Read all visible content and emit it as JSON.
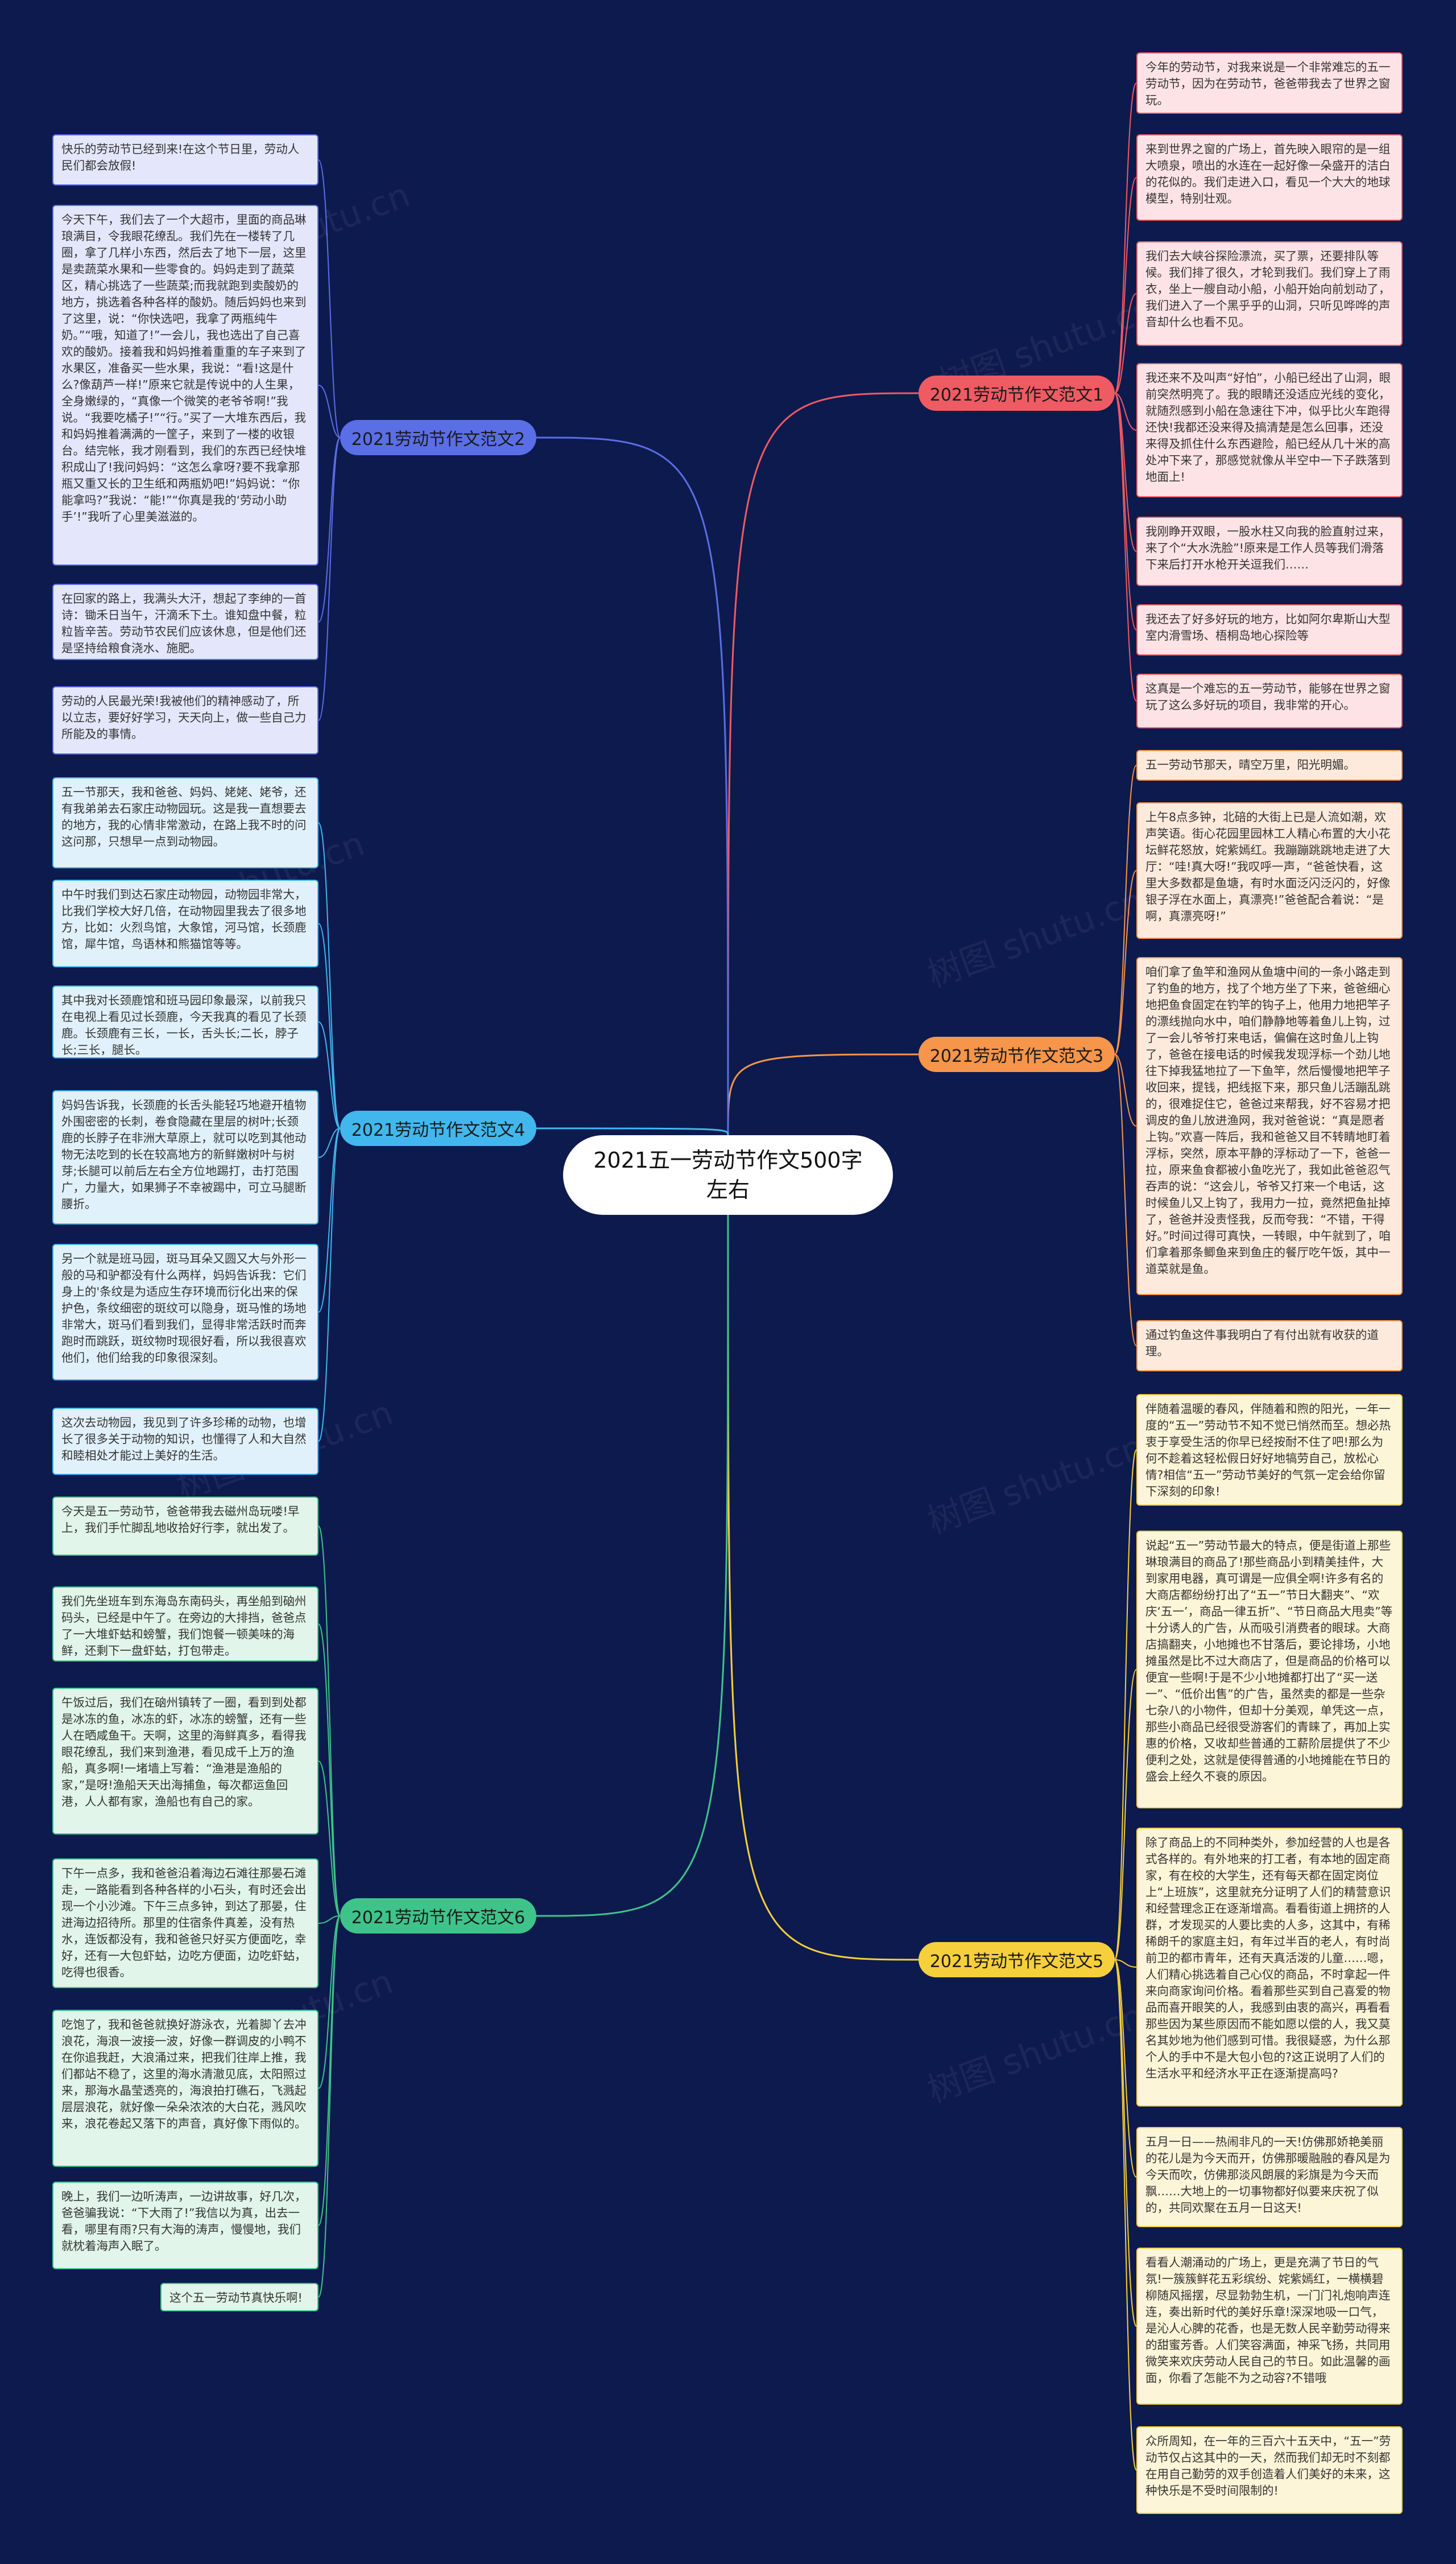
{
  "center": "2021五一劳动节作文500字左右",
  "watermark": "树图 shutu.cn",
  "colors": {
    "b1": "#ef5b63",
    "b1_leaf": "#fde3e6",
    "b3": "#f7954a",
    "b3_leaf": "#fdeadc",
    "b5": "#f6cf3c",
    "b5_leaf": "#fdf5d7",
    "b6": "#3ec48a",
    "b6_leaf": "#e1f5ea",
    "b4": "#41b7ee",
    "b4_leaf": "#e1f1fb",
    "b2": "#5a6ee6",
    "b2_leaf": "#e4e7fb"
  },
  "branches": [
    {
      "id": "b1",
      "label": "2021劳动节作文范文1",
      "leaves": [
        "今年的劳动节，对我来说是一个非常难忘的五一劳动节，因为在劳动节，爸爸带我去了世界之窗玩。",
        "来到世界之窗的广场上，首先映入眼帘的是一组大喷泉，喷出的水连在一起好像一朵盛开的洁白的花似的。我们走进入口，看见一个大大的地球模型，特别壮观。",
        "我们去大峡谷探险漂流，买了票，还要排队等候。我们排了很久，才轮到我们。我们穿上了雨衣，坐上一艘自动小船，小船开始向前划动了，我们进入了一个黑乎乎的山洞，只听见哗哗的声音却什么也看不见。",
        "我还来不及叫声“好怕”，小船已经出了山洞，眼前突然明亮了。我的眼睛还没适应光线的变化，就随烈感到小船在急速往下冲，似乎比火车跑得还快!我都还没来得及搞清楚是怎么回事，还没来得及抓住什么东西避险，船已经从几十米的高处冲下来了，那感觉就像从半空中一下子跌落到地面上!",
        "我刚睁开双眼，一股水柱又向我的脸直射过来，来了个“大水洗脸”!原来是工作人员等我们滑落下来后打开水枪开关逗我们……",
        "我还去了好多好玩的地方，比如阿尔卑斯山大型室内滑雪场、梧桐岛地心探险等",
        "这真是一个难忘的五一劳动节，能够在世界之窗玩了这么多好玩的项目，我非常的开心。"
      ]
    },
    {
      "id": "b3",
      "label": "2021劳动节作文范文3",
      "leaves": [
        "五一劳动节那天，晴空万里，阳光明媚。",
        "上午8点多钟，北碚的大街上已是人流如潮，欢声笑语。街心花园里园林工人精心布置的大小花坛鲜花怒放，姹紫嫣红。我蹦蹦跳跳地走进了大厅：“哇!真大呀!”我叹呼一声，“爸爸快看，这里大多数都是鱼塘，有时水面泛闪泛闪的，好像银子浮在水面上，真漂亮!”爸爸配合着说：“是啊，真漂亮呀!”",
        "咱们拿了鱼竿和渔网从鱼塘中间的一条小路走到了钓鱼的地方，找了个地方坐了下来，爸爸细心地把鱼食固定在钓竿的钩子上，他用力地把竿子的漂线抛向水中，咱们静静地等着鱼儿上钩，过了一会儿爷爷打来电话，偏偏在这时鱼儿上钩了，爸爸在接电话的时候我发现浮标一个劲儿地往下掉我猛地拉了一下鱼竿，然后慢慢地把竿子收回来，提钱，把线抠下来，那只鱼儿活蹦乱跳的，很难捉住它，爸爸过来帮我，好不容易才把调皮的鱼儿放进渔网，我对爸爸说：“真是愿者上钩。”欢喜一阵后，我和爸爸又目不转睛地盯着浮标，突然，原本平静的浮标动了一下，爸爸一拉，原来鱼食都被小鱼吃光了，我如此爸爸忍气吞声的说：“这会儿，爷爷又打来一个电话，这时候鱼儿又上钩了，我用力一拉，竟然把鱼扯掉了，爸爸并没责怪我，反而夸我：“不错，干得好。”时间过得可真快，一转眼，中午就到了，咱们拿着那条鲫鱼来到鱼庄的餐厅吃午饭，其中一道菜就是鱼。",
        "通过钓鱼这件事我明白了有付出就有收获的道理。"
      ]
    },
    {
      "id": "b5",
      "label": "2021劳动节作文范文5",
      "leaves": [
        "伴随着温暖的春风，伴随着和煦的阳光，一年一度的“五一”劳动节不知不觉已悄然而至。想必热衷于享受生活的你早已经按耐不住了吧!那么为何不趁着这轻松假日好好地犒劳自己，放松心情?相信“五一”劳动节美好的气氛一定会给你留下深刻的印象!",
        "说起“五一”劳动节最大的特点，便是街道上那些琳琅满目的商品了!那些商品小到精美挂件，大到家用电器，真可谓是一应俱全啊!许多有名的大商店都纷纷打出了“五一”节日大翻夹”、“欢庆‘五一’，商品一律五折”、“节日商品大甩卖”等十分诱人的广告，从而吸引消费者的眼球。大商店搞翻夹，小地摊也不甘落后，要论排场，小地摊虽然是比不过大商店了，但是商品的价格可以便宜一些啊!于是不少小地摊都打出了“买一送一”、“低价出售”的广告，虽然卖的都是一些杂七杂八的小物件，但却十分美观，单凭这一点，那些小商品已经很受游客们的青睐了，再加上实惠的价格，又收却些普通的工薪阶层提供了不少便利之处，这就是使得普通的小地摊能在节日的盛会上经久不衰的原因。",
        "除了商品上的不同种类外，参加经营的人也是各式各样的。有外地来的打工者，有本地的固定商家，有在校的大学生，还有每天都在固定岗位上“上班族”，这里就充分证明了人们的精营意识和经营理念正在逐渐增高。看看街道上拥挤的人群，才发现买的人要比卖的人多，这其中，有稀稀朗千的家庭主妇，有年过半百的老人，有时尚前卫的都市青年，还有天真活泼的儿童……嗯，人们精心挑选着自己心仪的商品，不时拿起一件来向商家询问价格。看着那些买到自己喜爱的物品而喜开眼笑的人，我感到由衷的高兴，再看看那些因为某些原因而不能如愿以偿的人，我又莫名其妙地为他们感到可惜。我很疑惑，为什么那个人的手中不是大包小包的?这正说明了人们的生活水平和经济水平正在逐渐提高吗?",
        "五月一日——热闹非凡的一天!仿佛那娇艳美丽的花儿是为今天而开，仿佛那暖融融的春风是为今天而吹，仿佛那淡风朗展的彩旗是为今天而飘……大地上的一切事物都好似要来庆祝了似的，共同欢聚在五月一日这天!",
        "看看人潮涌动的广场上，更是充满了节日的气氛!一簇簇鲜花五彩缤纷、姹紫嫣红，一横横碧柳随风摇摆，尽显勃勃生机，一门门礼炮响声连连，奏出新时代的美好乐章!深深地吸一口气，是沁人心脾的花香，也是无数人民辛勤劳动得来的甜蜜芳香。人们笑容满面，神采飞扬，共同用微笑来欢庆劳动人民自己的节日。如此温馨的画面，你看了怎能不为之动容?不错哦",
        "众所周知，在一年的三百六十五天中，“五一”劳动节仅占这其中的一天，然而我们却无时不刻都在用自己勤劳的双手创造着人们美好的未来，这种快乐是不受时间限制的!"
      ]
    },
    {
      "id": "b6",
      "label": "2021劳动节作文范文6",
      "leaves": [
        "今天是五一劳动节，爸爸带我去磁州岛玩喽!早上，我们手忙脚乱地收拾好行李，就出发了。",
        "我们先坐班车到东海岛东南码头，再坐船到硇州码头，已经是中午了。在旁边的大排挡，爸爸点了一大堆虾蛄和螃蟹，我们饱餐一顿美味的海鲜，还剩下一盘虾蛄，打包带走。",
        "午饭过后，我们在硇州镇转了一圈，看到到处都是冰冻的鱼，冰冻的虾，冰冻的螃蟹，还有一些人在晒咸鱼干。天啊，这里的海鲜真多，看得我眼花缭乱，我们来到渔港，看见成千上万的渔船，真多啊!一堵墙上写着：“渔港是渔船的家，”是呀!渔船天天出海捕鱼，每次都运鱼回港，人人都有家，渔船也有自己的家。",
        "下午一点多，我和爸爸沿着海边石滩往那晏石滩走，一路能看到各种各样的小石头，有时还会出现一个小沙滩。下午三点多钟，到达了那晏，住进海边招待所。那里的住宿条件真差，没有热水，连饭都没有，我和爸爸只好买方便面吃，幸好，还有一大包虾蛄，边吃方便面，边吃虾蛄，吃得也很香。",
        "吃饱了，我和爸爸就换好游泳衣，光着脚丫去冲浪花，海浪一波接一波，好像一群调皮的小鸭不在你追我赶，大浪涌过来，把我们往岸上推，我们都站不稳了，这里的海水清澈见底，太阳照过来，那海水晶莹透亮的，海浪拍打礁石，飞溅起层层浪花，就好像一朵朵浓浓的大白花，溅风吹来，浪花卷起又落下的声音，真好像下雨似的。",
        "晚上，我们一边听涛声，一边讲故事，好几次，爸爸骗我说：“下大雨了!”我信以为真，出去一看，哪里有雨?只有大海的涛声，慢慢地，我们就枕着海声入眠了。",
        "这个五一劳动节真快乐啊!"
      ]
    },
    {
      "id": "b4",
      "label": "2021劳动节作文范文4",
      "leaves": [
        "五一节那天，我和爸爸、妈妈、姥姥、姥爷，还有我弟弟去石家庄动物园玩。这是我一直想要去的地方，我的心情非常激动，在路上我不时的问这问那，只想早一点到动物园。",
        "中午时我们到达石家庄动物园，动物园非常大，比我们学校大好几倍，在动物园里我去了很多地方，比如：火烈鸟馆，大象馆，河马馆，长颈鹿馆，犀牛馆，鸟语林和熊猫馆等等。",
        "其中我对长颈鹿馆和班马园印象最深，以前我只在电视上看见过长颈鹿，今天我真的看见了长颈鹿。长颈鹿有三长，一长，舌头长;二长，脖子长;三长，腿长。",
        "妈妈告诉我，长颈鹿的长舌头能轻巧地避开植物外围密密的长刺，卷食隐藏在里层的树叶;长颈鹿的长脖子在非洲大草原上，就可以吃到其他动物无法吃到的长在较高地方的新鲜嫩树叶与树芽;长腿可以前后左右全方位地踢打，击打范围广，力量大，如果狮子不幸被踢中，可立马腿断腰折。",
        "另一个就是班马园，斑马耳朵又圆又大与外形一般的马和驴都没有什么两样，妈妈告诉我：它们身上的'条纹是为适应生存环境而衍化出来的保护色，条纹细密的斑纹可以隐身，斑马惟的场地非常大，斑马们看到我们，显得非常活跃时而奔跑时而跳跃，斑纹物时现很好看，所以我很喜欢他们，他们给我的印象很深刻。",
        "这次去动物园，我见到了许多珍稀的动物，也增长了很多关于动物的知识，也懂得了人和大自然和睦相处才能过上美好的生活。"
      ]
    },
    {
      "id": "b2",
      "label": "2021劳动节作文范文2",
      "leaves": [
        "快乐的劳动节已经到来!在这个节日里，劳动人民们都会放假!",
        "今天下午，我们去了一个大超市，里面的商品琳琅满目，令我眼花缭乱。我们先在一楼转了几圈，拿了几样小东西，然后去了地下一层，这里是卖蔬菜水果和一些零食的。妈妈走到了蔬菜区，精心挑选了一些蔬菜;而我就跑到卖酸奶的地方，挑选着各种各样的酸奶。随后妈妈也来到了这里，说：“你快选吧，我拿了两瓶纯牛奶。”“哦，知道了!”一会儿，我也选出了自己喜欢的酸奶。接着我和妈妈推着重重的车子来到了水果区，准备买一些水果，我说：“看!这是什么?像葫芦一样!”原来它就是传说中的人生果，全身嫩绿的，“真像一个微笑的老爷爷啊!”我说。“我要吃橘子!”“行。”买了一大堆东西后，我和妈妈推着满满的一筐子，来到了一楼的收银台。结完帐，我才刚看到，我们的东西已经快堆积成山了!我问妈妈：“这怎么拿呀?要不我拿那瓶又重又长的卫生纸和两瓶奶吧!”妈妈说：“你能拿吗?”我说：“能!”“你真是我的‘劳动小助手’!”我听了心里美滋滋的。",
        "在回家的路上，我满头大汗，想起了李绅的一首诗：锄禾日当午，汗滴禾下土。谁知盘中餐，粒粒皆辛苦。劳动节农民们应该休息，但是他们还是坚持给粮食浇水、施肥。",
        "劳动的人民最光荣!我被他们的精神感动了，所以立志，要好好学习，天天向上，做一些自己力所能及的事情。"
      ]
    }
  ]
}
